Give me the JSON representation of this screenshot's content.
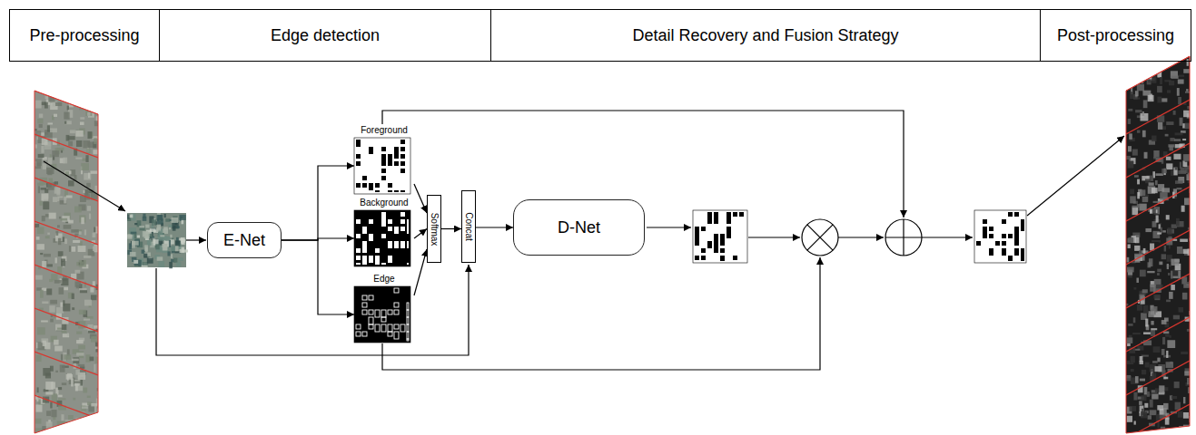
{
  "diagram": {
    "nodes": [
      {
        "text": [
          "Pre-processing"
        ]
      },
      {
        "text": [
          "Edge detection"
        ]
      },
      {
        "text": [
          "Detail Recovery and Fusion Strategy"
        ]
      },
      {
        "text": [
          "Post-processing"
        ]
      },
      {
        "text": [
          "E-Net"
        ]
      },
      {
        "text": [
          "Foreground"
        ]
      },
      {
        "text": [
          "Background"
        ]
      },
      {
        "text": [
          "Edge"
        ]
      },
      {
        "text": [
          "Softmax"
        ]
      },
      {
        "text": [
          "Concat"
        ]
      },
      {
        "text": [
          "D-Net"
        ]
      }
    ],
    "edges": [
      {
        "from": 4,
        "to": 5,
        "arrow": "to"
      },
      {
        "from": 4,
        "to": 6,
        "arrow": "to"
      },
      {
        "from": 4,
        "to": 7,
        "arrow": "to"
      },
      {
        "from": 5,
        "to": 8,
        "arrow": "to"
      },
      {
        "from": 6,
        "to": 8,
        "arrow": "to"
      },
      {
        "from": 7,
        "to": 8,
        "arrow": "to"
      },
      {
        "from": 8,
        "to": 9,
        "arrow": "to"
      },
      {
        "from": 9,
        "to": 10,
        "arrow": "to"
      }
    ]
  }
}
